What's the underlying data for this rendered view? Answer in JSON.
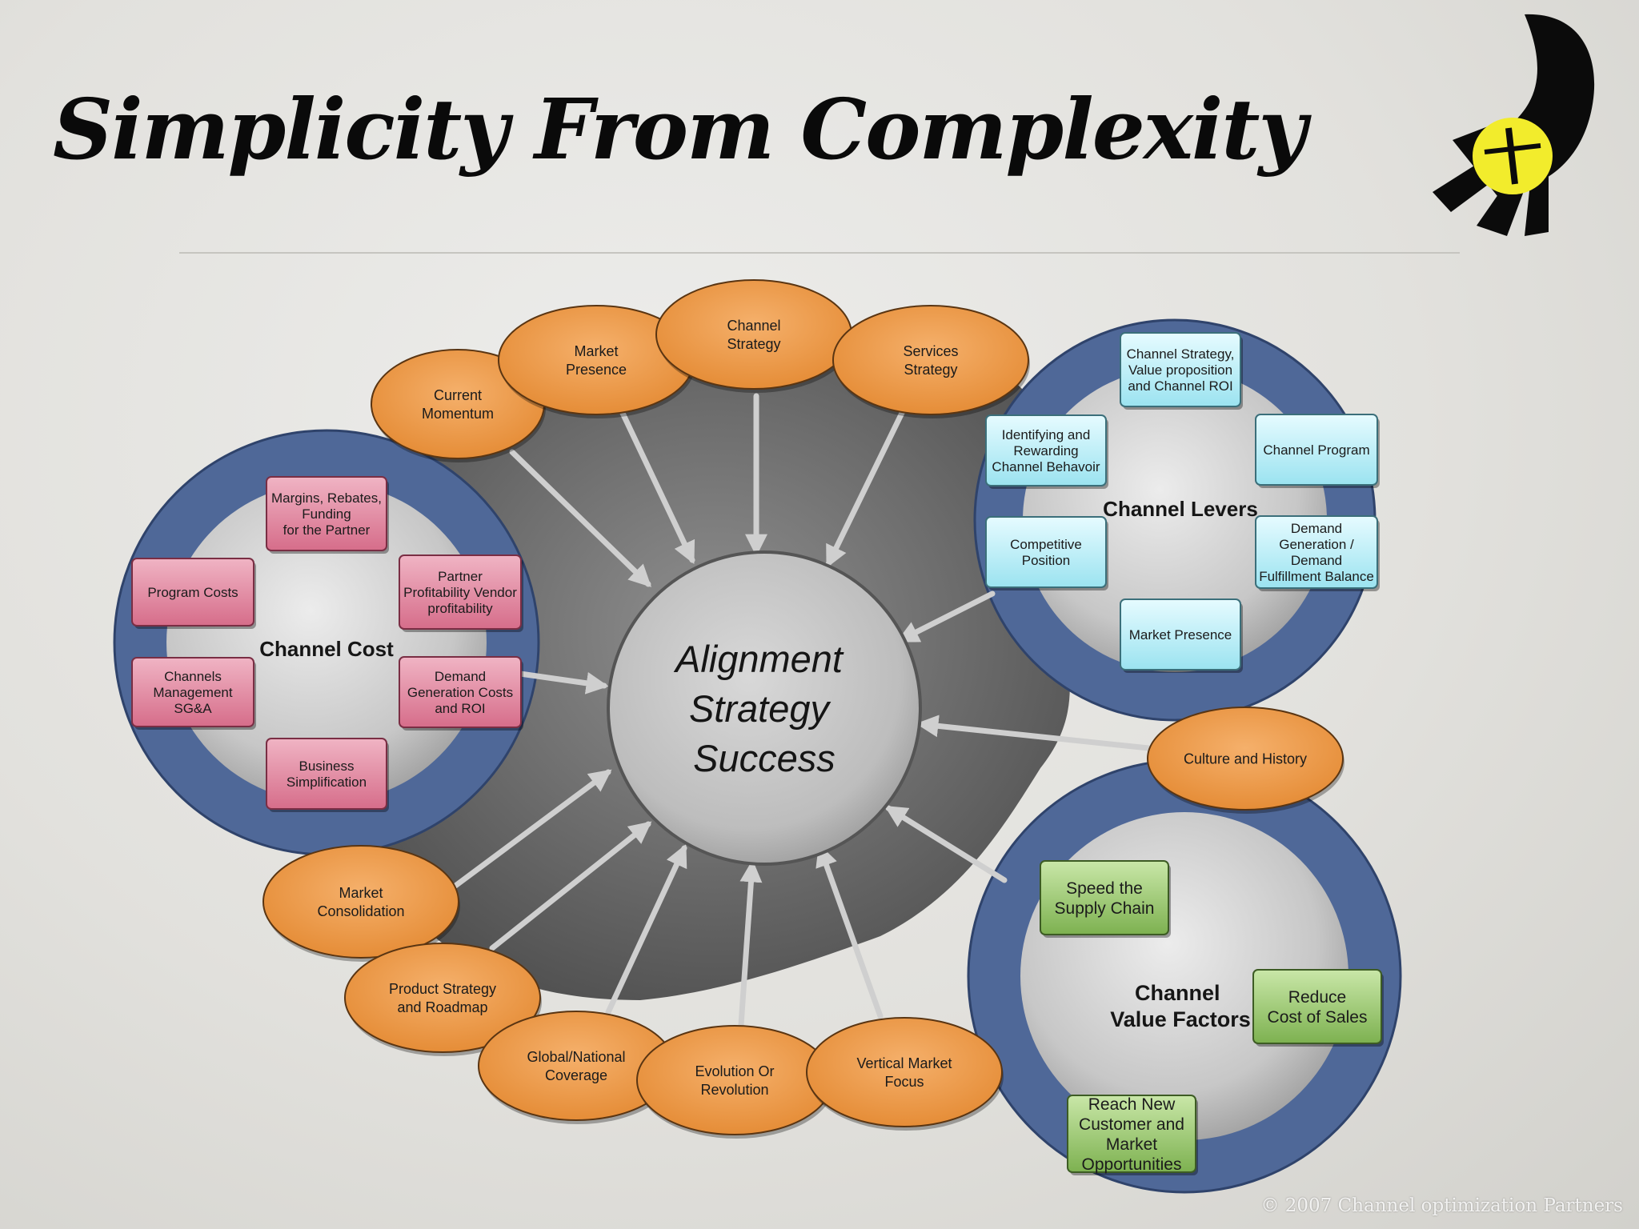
{
  "title": "Simplicity From Complexity",
  "center_lines": [
    "Alignment",
    "Strategy",
    "Success"
  ],
  "clusters": {
    "cost": {
      "label": "Channel Cost",
      "boxes": [
        [
          "Margins, Rebates,",
          "Funding",
          "for the Partner"
        ],
        [
          "Program Costs"
        ],
        [
          "Partner",
          "Profitability Vendor",
          "profitability"
        ],
        [
          "Channels",
          "Management",
          "SG&A"
        ],
        [
          "Demand",
          "Generation Costs",
          "and ROI"
        ],
        [
          "Business",
          "Simplification"
        ]
      ]
    },
    "levers": {
      "label": "Channel Levers",
      "boxes": [
        [
          "Channel Strategy,",
          "Value proposition",
          "and Channel ROI"
        ],
        [
          "Identifying and",
          "Rewarding",
          "Channel Behavoir"
        ],
        [
          "Channel Program"
        ],
        [
          "Competitive",
          "Position"
        ],
        [
          "Demand",
          "Generation /",
          "Demand",
          "Fulfillment Balance"
        ],
        [
          "Market Presence"
        ]
      ]
    },
    "value": {
      "label_lines": [
        "Channel",
        "Value Factors"
      ],
      "boxes": [
        [
          "Speed the",
          "Supply Chain"
        ],
        [
          "Reduce",
          "Cost of Sales"
        ],
        [
          "Reach New",
          "Customer and",
          "Market",
          "Opportunities"
        ]
      ]
    }
  },
  "ovals": [
    [
      "Current",
      "Momentum"
    ],
    [
      "Market",
      "Presence"
    ],
    [
      "Channel",
      "Strategy"
    ],
    [
      "Services",
      "Strategy"
    ],
    [
      "Culture and History"
    ],
    [
      "Market",
      "Consolidation"
    ],
    [
      "Product Strategy",
      "and Roadmap"
    ],
    [
      "Global/National",
      "Coverage"
    ],
    [
      "Evolution Or",
      "Revolution"
    ],
    [
      "Vertical Market",
      "Focus"
    ]
  ],
  "copyright": "© 2007 Channel optimization Partners",
  "colors": {
    "oval": "#ef9a45",
    "ring": "#4f6898",
    "pink_box": "#d97893",
    "cyan_box": "#aee9f3",
    "green_box": "#93c26a",
    "logo_yellow": "#f2ec2c"
  }
}
